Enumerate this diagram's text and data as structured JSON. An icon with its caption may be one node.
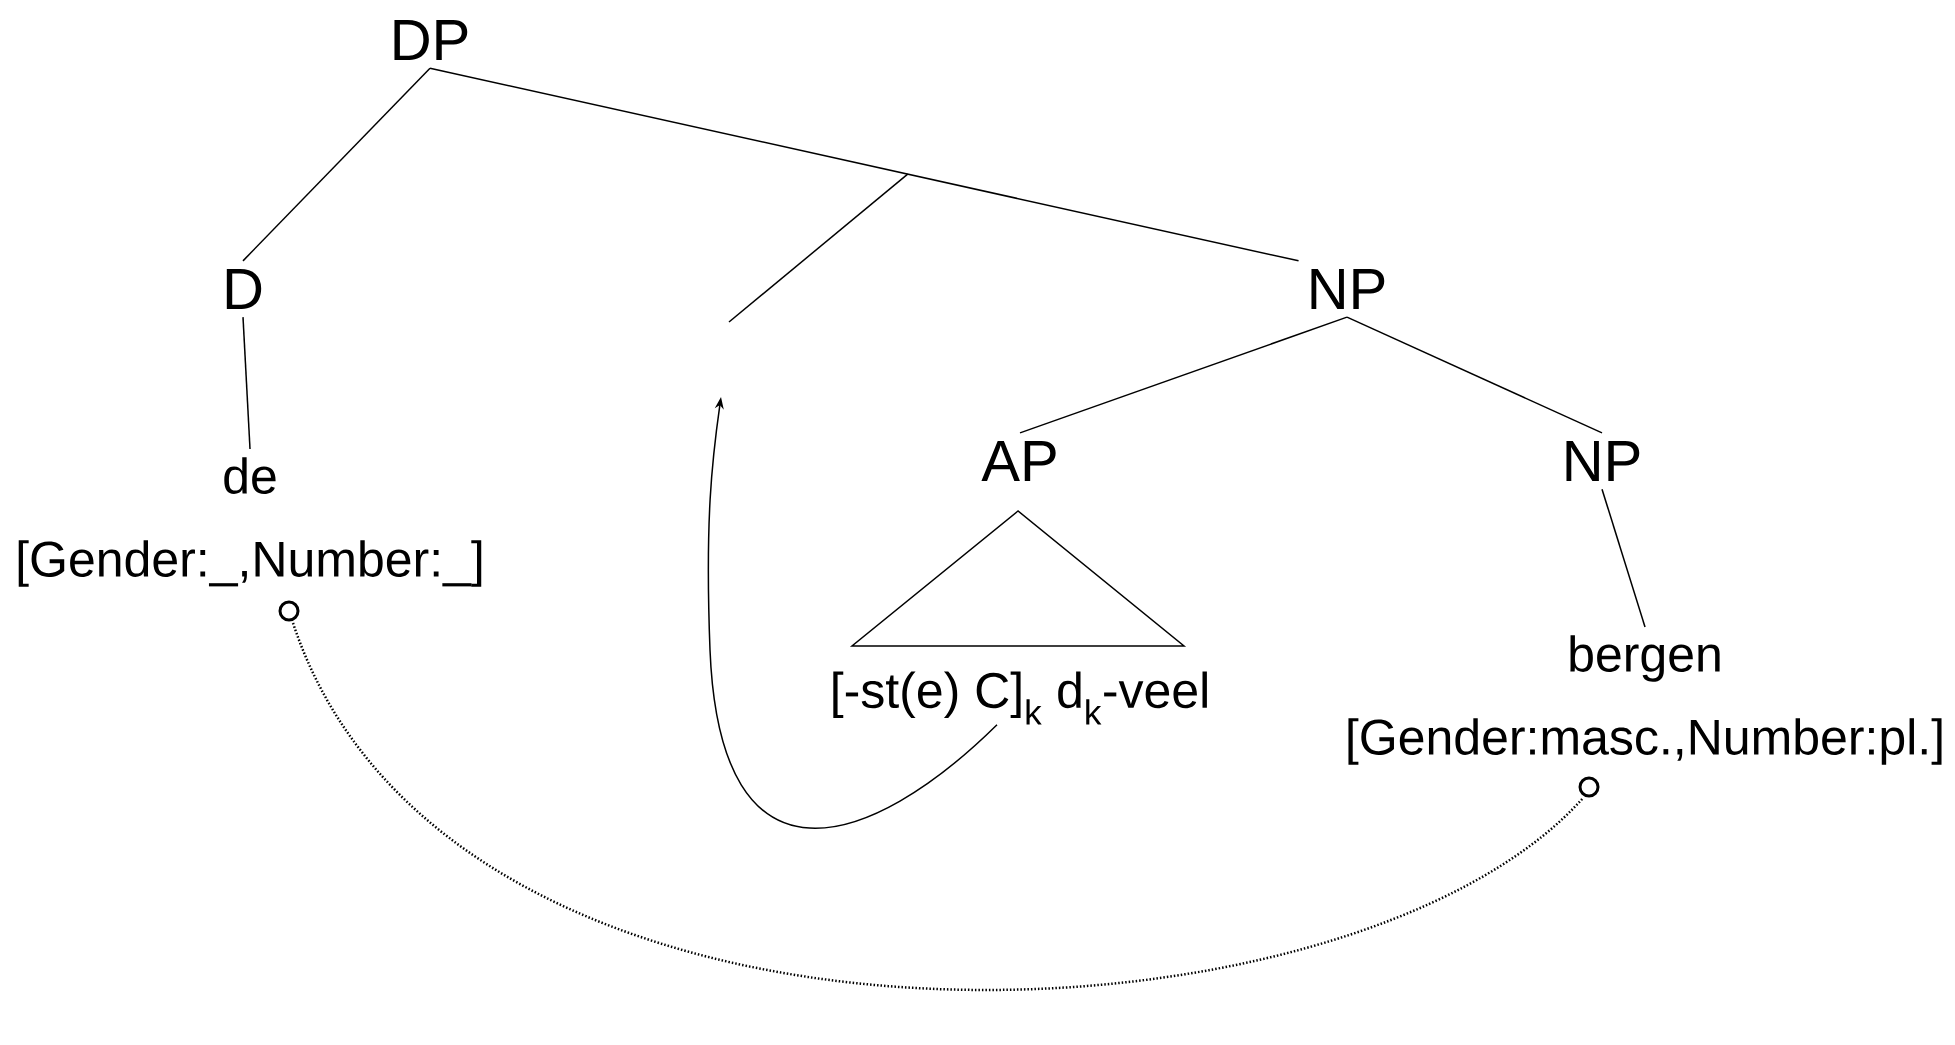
{
  "diagram": {
    "nodes": [
      {
        "text": [
          "DP"
        ]
      },
      {
        "text": [
          "D"
        ]
      },
      {
        "text": [
          "NP"
        ]
      },
      {
        "text": [
          "de",
          "[Gender:_,Number:_]"
        ]
      },
      {
        "text": [
          "AP"
        ]
      },
      {
        "text": [],
        "shape": "triangle"
      },
      {
        "text": [
          "NP"
        ]
      },
      {
        "text": [
          "[-st(e) C]$_{k}$ d$_{k}$-veel"
        ]
      },
      {
        "text": [
          "bergen",
          "[Gender:masc.,Number:pl.]"
        ]
      }
    ],
    "edges": [
      {
        "from": 0,
        "to": 1,
        "arrow": "none"
      },
      {
        "from": 0,
        "to": 2,
        "arrow": "none"
      },
      {
        "from": 1,
        "to": 3,
        "arrow": "none"
      },
      {
        "from": 2,
        "to": 4,
        "arrow": "none"
      },
      {
        "from": 2,
        "to": 6,
        "arrow": "none"
      },
      {
        "from": 6,
        "to": 8,
        "arrow": "none"
      },
      {
        "from": 3,
        "to": 8,
        "arrow": "other",
        "style": "dashed"
      },
      {
        "from": 7,
        "to": null,
        "arrow": "to"
      }
    ]
  }
}
